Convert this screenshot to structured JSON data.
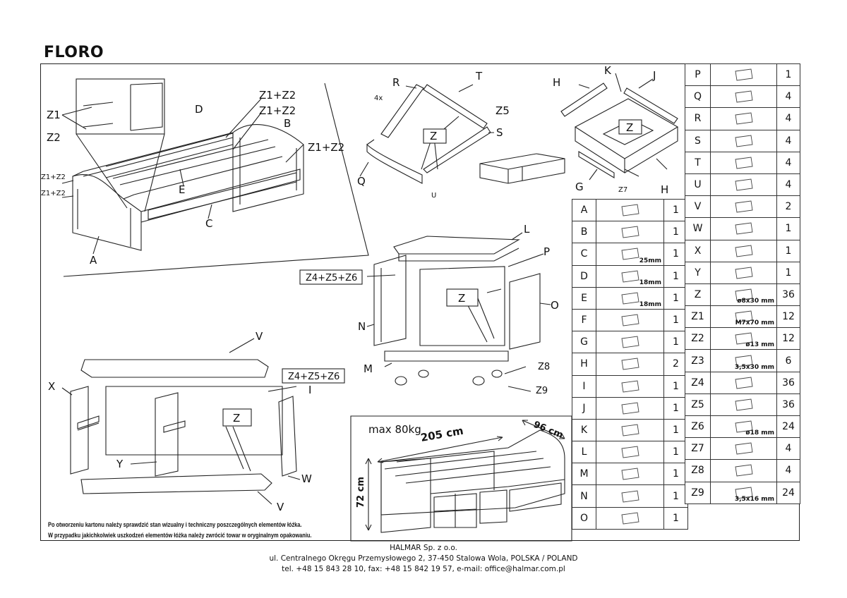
{
  "title": "FLORO",
  "drawing_labels": {
    "bed_assembly": [
      "Z1",
      "Z2",
      "D",
      "Z1+Z2",
      "Z1+Z2",
      "B",
      "Z1+Z2",
      "Z1+Z2",
      "Z1+Z2",
      "E",
      "C",
      "A"
    ],
    "drawer": [
      "4x",
      "R",
      "T",
      "Z5",
      "Z",
      "S",
      "Q",
      "U"
    ],
    "drawer_box": [
      "H",
      "K",
      "J",
      "Z",
      "G",
      "Z7",
      "H"
    ],
    "cabinet": [
      "L",
      "P",
      "Z4+Z5+Z6",
      "Z",
      "O",
      "N",
      "M",
      "Z8",
      "Z9"
    ],
    "base": [
      "V",
      "Z4+Z5+Z6",
      "I",
      "X",
      "Z",
      "Y",
      "W",
      "V"
    ]
  },
  "dimensions": {
    "max_load": "max 80kg",
    "length": "205 cm",
    "depth": "96 cm",
    "height": "72 cm"
  },
  "parts_left": [
    {
      "code": "A",
      "qty": "1"
    },
    {
      "code": "B",
      "qty": "1"
    },
    {
      "code": "C",
      "qty": "1",
      "note": "25mm"
    },
    {
      "code": "D",
      "qty": "1",
      "note": "18mm"
    },
    {
      "code": "E",
      "qty": "1",
      "note": "18mm"
    },
    {
      "code": "F",
      "qty": "1"
    },
    {
      "code": "G",
      "qty": "1"
    },
    {
      "code": "H",
      "qty": "2"
    },
    {
      "code": "I",
      "qty": "1"
    },
    {
      "code": "J",
      "qty": "1"
    },
    {
      "code": "K",
      "qty": "1"
    },
    {
      "code": "L",
      "qty": "1"
    },
    {
      "code": "M",
      "qty": "1"
    },
    {
      "code": "N",
      "qty": "1"
    },
    {
      "code": "O",
      "qty": "1"
    }
  ],
  "parts_right": [
    {
      "code": "P",
      "qty": "1"
    },
    {
      "code": "Q",
      "qty": "4"
    },
    {
      "code": "R",
      "qty": "4"
    },
    {
      "code": "S",
      "qty": "4"
    },
    {
      "code": "T",
      "qty": "4"
    },
    {
      "code": "U",
      "qty": "4"
    },
    {
      "code": "V",
      "qty": "2"
    },
    {
      "code": "W",
      "qty": "1"
    },
    {
      "code": "X",
      "qty": "1"
    },
    {
      "code": "Y",
      "qty": "1"
    },
    {
      "code": "Z",
      "qty": "36",
      "note": "ø8x30 mm"
    },
    {
      "code": "Z1",
      "qty": "12",
      "note": "M7x70 mm"
    },
    {
      "code": "Z2",
      "qty": "12",
      "note": "ø13 mm"
    },
    {
      "code": "Z3",
      "qty": "6",
      "note": "3,5x30 mm"
    },
    {
      "code": "Z4",
      "qty": "36"
    },
    {
      "code": "Z5",
      "qty": "36"
    },
    {
      "code": "Z6",
      "qty": "24",
      "note": "ø18 mm"
    },
    {
      "code": "Z7",
      "qty": "4"
    },
    {
      "code": "Z8",
      "qty": "4"
    },
    {
      "code": "Z9",
      "qty": "24",
      "note": "3,5x16 mm"
    }
  ],
  "footnote": [
    "Po otworzeniu kartonu należy sprawdzić stan wizualny i techniczny poszczególnych elementów łóżka.",
    "W przypadku jakichkolwiek uszkodzeń elementów łóżka należy zwrócić towar w oryginalnym opakowaniu."
  ],
  "footer": {
    "company": "HALMAR Sp. z o.o.",
    "address": "ul. Centralnego Okręgu Przemysłowego 2, 37-450 Stalowa Wola, POLSKA / POLAND",
    "contact": "tel. +48 15 843 28 10, fax: +48 15 842 19 57, e-mail: office@halmar.com.pl"
  }
}
